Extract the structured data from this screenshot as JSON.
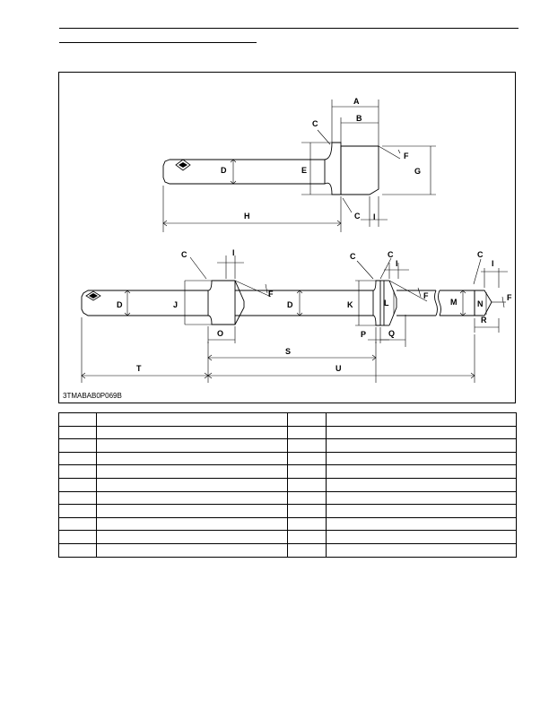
{
  "figure": {
    "code": "3TMABAB0P069B",
    "labels_top": {
      "A": "A",
      "B": "B",
      "C1": "C",
      "C2": "C",
      "D": "D",
      "E": "E",
      "F": "F",
      "G": "G",
      "H": "H",
      "I": "I"
    },
    "labels_bottom": {
      "C1": "C",
      "C2": "C",
      "C3": "C",
      "C4": "C",
      "I1": "I",
      "I2": "I",
      "I3": "I",
      "D1": "D",
      "J": "J",
      "F1": "F",
      "D2": "D",
      "K": "K",
      "L": "L",
      "F2": "F",
      "M": "M",
      "N": "N",
      "F3": "F",
      "O": "O",
      "P": "P",
      "Q": "Q",
      "R": "R",
      "S": "S",
      "T": "T",
      "U": "U"
    }
  },
  "table": {
    "rows": [
      [
        "",
        "",
        "",
        ""
      ],
      [
        "",
        "",
        "",
        ""
      ],
      [
        "",
        "",
        "",
        ""
      ],
      [
        "",
        "",
        "",
        ""
      ],
      [
        "",
        "",
        "",
        ""
      ],
      [
        "",
        "",
        "",
        ""
      ],
      [
        "",
        "",
        "",
        ""
      ],
      [
        "",
        "",
        "",
        ""
      ],
      [
        "",
        "",
        "",
        ""
      ],
      [
        "",
        "",
        "",
        ""
      ],
      [
        "",
        "",
        "",
        ""
      ]
    ]
  }
}
